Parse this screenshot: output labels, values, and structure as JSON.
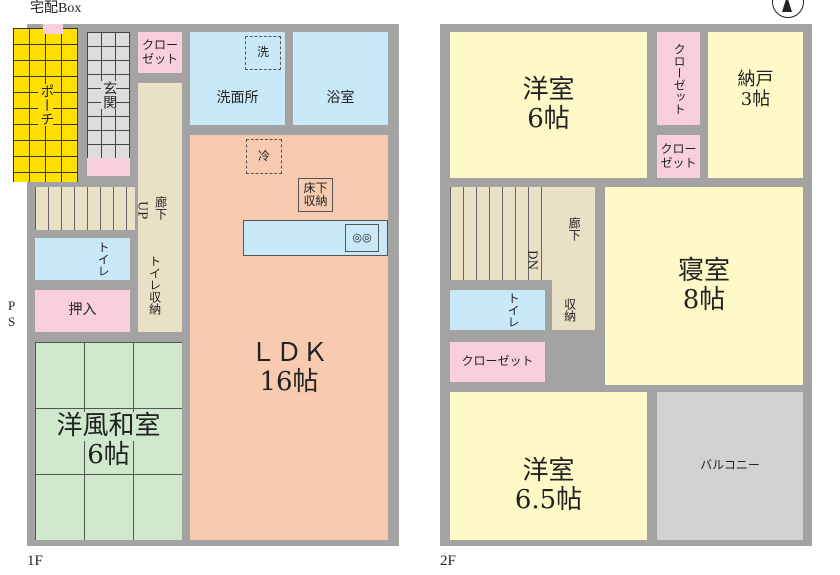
{
  "floor1": {
    "label": "1F",
    "delivery_box": "宅配Box",
    "porch": "ポーチ",
    "entrance": "玄関",
    "closet": "クローゼット",
    "hallway": "廊下",
    "stairs_up": "UP",
    "washroom": "洗面所",
    "washer": "洗",
    "bathroom": "浴室",
    "fridge": "冷",
    "underfloor_storage": "床下収納",
    "toilet": "トイレ",
    "toilet_storage": "トイレ収納",
    "ps": "PS",
    "oshiire": "押入",
    "ldk": "ＬＤＫ",
    "ldk_size": "16帖",
    "washitsu": "洋風和室",
    "washitsu_size": "6帖"
  },
  "floor2": {
    "label": "2F",
    "room1": "洋室",
    "room1_size": "6帖",
    "closet_tall": "クローゼット",
    "closet_small": "クローゼット",
    "storage": "納戸",
    "storage_size": "3帖",
    "hallway": "廊下",
    "stairs_down": "DN",
    "bedroom": "寝室",
    "bedroom_size": "8帖",
    "toilet": "トイレ",
    "toilet_storage": "収納",
    "closet": "クローゼット",
    "room2": "洋室",
    "room2_size": "6.5帖",
    "balcony": "バルコニー"
  }
}
